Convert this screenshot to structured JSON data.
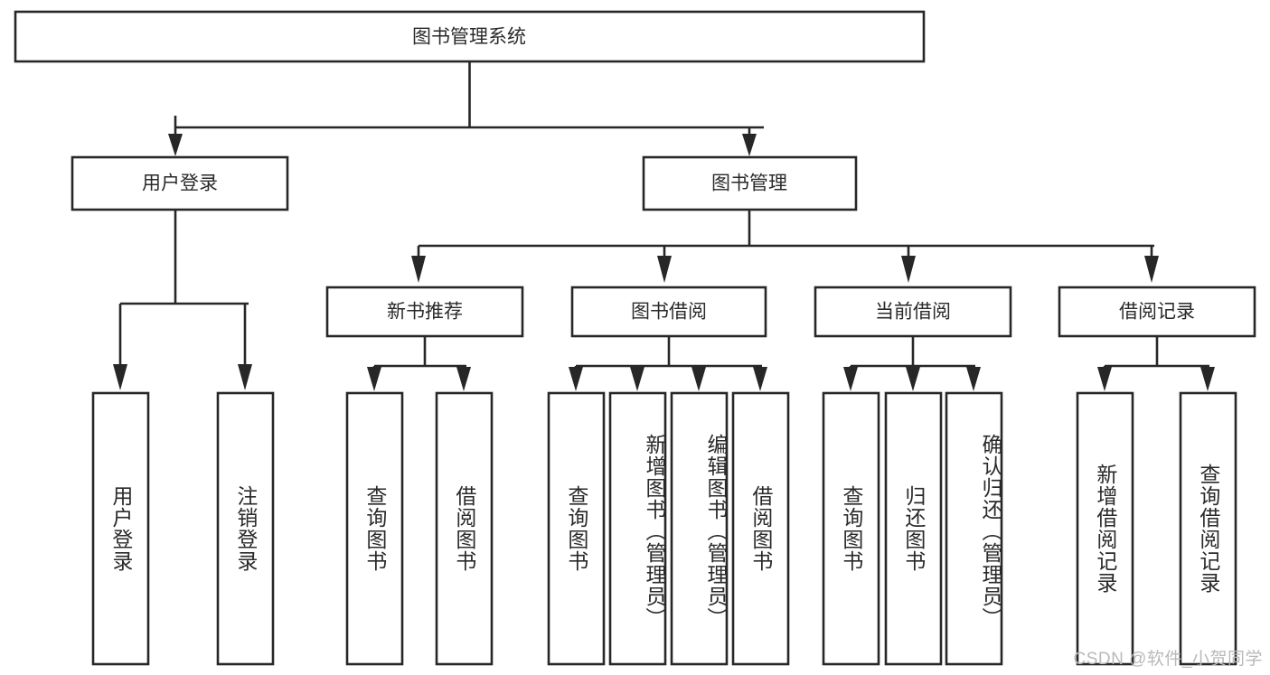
{
  "diagram": {
    "type": "tree-hierarchy-chart",
    "title": "图书管理系统",
    "watermark": "CSDN @软件_小贺同学",
    "colors": {
      "box_stroke": "#272727",
      "box_fill": "#ffffff",
      "text": "#2a2a2a",
      "watermark": "#b9b9b9",
      "background": "#ffffff"
    },
    "levels": {
      "level1": [
        {
          "id": "root",
          "label": "图书管理系统",
          "orientation": "horizontal"
        }
      ],
      "level2": [
        {
          "id": "user-login",
          "label": "用户登录",
          "orientation": "horizontal"
        },
        {
          "id": "book-manage",
          "label": "图书管理",
          "orientation": "horizontal"
        }
      ],
      "level3": [
        {
          "id": "new-book-rec",
          "label": "新书推荐",
          "orientation": "horizontal"
        },
        {
          "id": "book-borrow",
          "label": "图书借阅",
          "orientation": "horizontal"
        },
        {
          "id": "current-borrow",
          "label": "当前借阅",
          "orientation": "horizontal"
        },
        {
          "id": "borrow-record",
          "label": "借阅记录",
          "orientation": "horizontal"
        }
      ],
      "level4": [
        {
          "id": "leaf-user-login",
          "label": "用户登录",
          "parent": "user-login",
          "orientation": "vertical"
        },
        {
          "id": "leaf-user-logout",
          "label": "注销登录",
          "parent": "user-login",
          "orientation": "vertical"
        },
        {
          "id": "leaf-query-book-1",
          "label": "查询图书",
          "parent": "new-book-rec",
          "orientation": "vertical"
        },
        {
          "id": "leaf-borrow-book-1",
          "label": "借阅图书",
          "parent": "new-book-rec",
          "orientation": "vertical"
        },
        {
          "id": "leaf-query-book-2",
          "label": "查询图书",
          "parent": "book-borrow",
          "orientation": "vertical"
        },
        {
          "id": "leaf-add-book",
          "label": "新增图书（管理员）",
          "parent": "book-borrow",
          "orientation": "vertical"
        },
        {
          "id": "leaf-edit-book",
          "label": "编辑图书（管理员）",
          "parent": "book-borrow",
          "orientation": "vertical"
        },
        {
          "id": "leaf-borrow-book-2",
          "label": "借阅图书",
          "parent": "book-borrow",
          "orientation": "vertical"
        },
        {
          "id": "leaf-query-book-3",
          "label": "查询图书",
          "parent": "current-borrow",
          "orientation": "vertical"
        },
        {
          "id": "leaf-return-book",
          "label": "归还图书",
          "parent": "current-borrow",
          "orientation": "vertical"
        },
        {
          "id": "leaf-confirm-return",
          "label": "确认归还（管理员）",
          "parent": "current-borrow",
          "orientation": "vertical"
        },
        {
          "id": "leaf-add-record",
          "label": "新增借阅记录",
          "parent": "borrow-record",
          "orientation": "vertical"
        },
        {
          "id": "leaf-query-record",
          "label": "查询借阅记录",
          "parent": "borrow-record",
          "orientation": "vertical"
        }
      ]
    }
  }
}
